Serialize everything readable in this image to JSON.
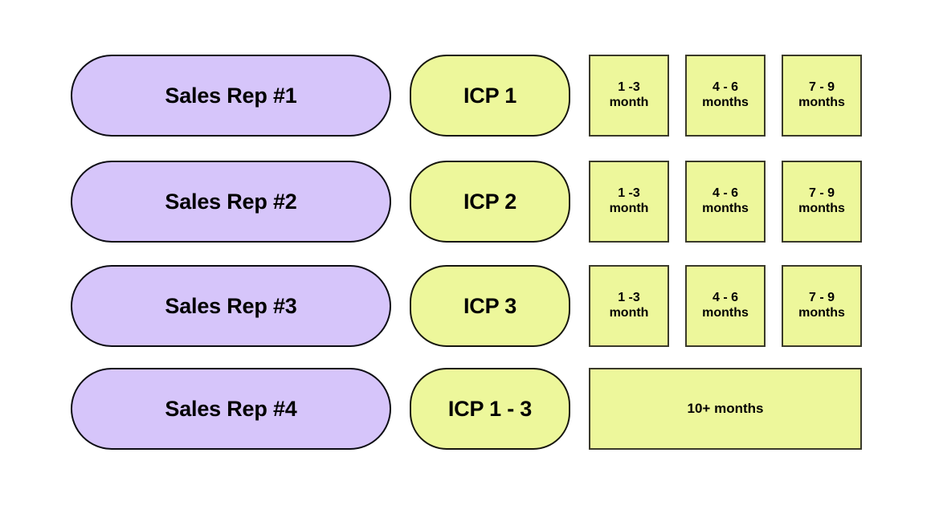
{
  "canvas": {
    "background": "#ffffff",
    "purple_fill": "#d6c5fa",
    "purple_stroke": "#0d0d14",
    "yellow_fill": "#edf79b",
    "yellow_stroke": "#3a3a2a",
    "text_color": "#000000"
  },
  "rows": [
    {
      "rep": "Sales Rep #1",
      "icp": "ICP 1",
      "boxes": [
        "1 -3\nmonth",
        "4 - 6\nmonths",
        "7 - 9\nmonths"
      ],
      "wide": null
    },
    {
      "rep": "Sales Rep #2",
      "icp": "ICP 2",
      "boxes": [
        "1 -3\nmonth",
        "4 - 6\nmonths",
        "7 - 9\nmonths"
      ],
      "wide": null
    },
    {
      "rep": "Sales Rep #3",
      "icp": "ICP 3",
      "boxes": [
        "1 -3\nmonth",
        "4 - 6\nmonths",
        "7 - 9\nmonths"
      ],
      "wide": null
    },
    {
      "rep": "Sales Rep #4",
      "icp": "ICP 1 - 3",
      "boxes": [],
      "wide": "10+ months"
    }
  ]
}
